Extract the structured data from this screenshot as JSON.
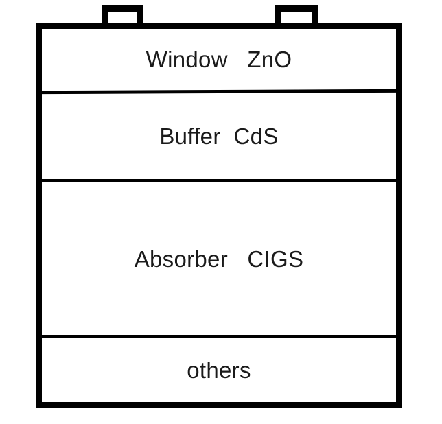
{
  "diagram": {
    "type": "layer-stack-cross-section",
    "colors": {
      "stroke": "#000000",
      "fill": "#ffffff",
      "text": "#1a1a1a"
    },
    "contacts": [
      {
        "name": "left-contact",
        "label": ""
      },
      {
        "name": "right-contact",
        "label": ""
      }
    ],
    "layers": [
      {
        "id": "window",
        "label": "Window   ZnO"
      },
      {
        "id": "buffer",
        "label": "Buffer  CdS"
      },
      {
        "id": "absorber",
        "label": "Absorber   CIGS"
      },
      {
        "id": "others",
        "label": "others"
      }
    ]
  }
}
